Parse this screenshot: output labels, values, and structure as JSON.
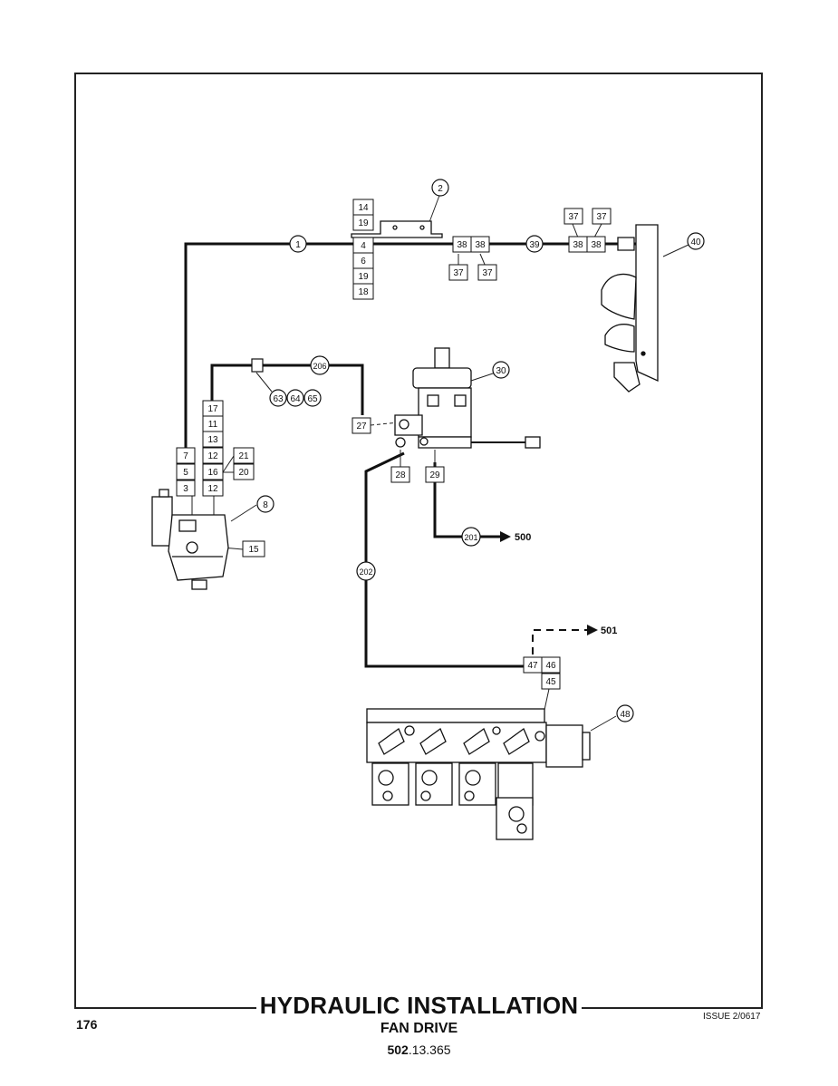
{
  "page": {
    "number": "176",
    "title": "HYDRAULIC INSTALLATION",
    "subtitle": "FAN DRIVE",
    "code_bold": "502",
    "code_rest": ".13.365",
    "issue": "ISSUE 2/0617"
  },
  "callouts": {
    "c1": "1",
    "c2": "2",
    "c8": "8",
    "c30": "30",
    "c39": "39",
    "c40": "40",
    "c48": "48",
    "c63": "63",
    "c64": "64",
    "c65": "65",
    "c201": "201",
    "c202": "202",
    "c206": "206"
  },
  "boxes": {
    "b14": "14",
    "b19a": "19",
    "b4": "4",
    "b6": "6",
    "b19b": "19",
    "b18": "18",
    "b38a": "38",
    "b38b": "38",
    "b37a": "37",
    "b37b": "37",
    "b37c": "37",
    "b37d": "37",
    "b38c": "38",
    "b38d": "38",
    "b17": "17",
    "b11": "11",
    "b13": "13",
    "b12a": "12",
    "b16": "16",
    "b12b": "12",
    "b21": "21",
    "b20": "20",
    "b7": "7",
    "b5": "5",
    "b3": "3",
    "b15": "15",
    "b27": "27",
    "b28": "28",
    "b29": "29",
    "b47": "47",
    "b46": "46",
    "b45": "45"
  },
  "arrows": {
    "a500": "500",
    "a501": "501"
  }
}
